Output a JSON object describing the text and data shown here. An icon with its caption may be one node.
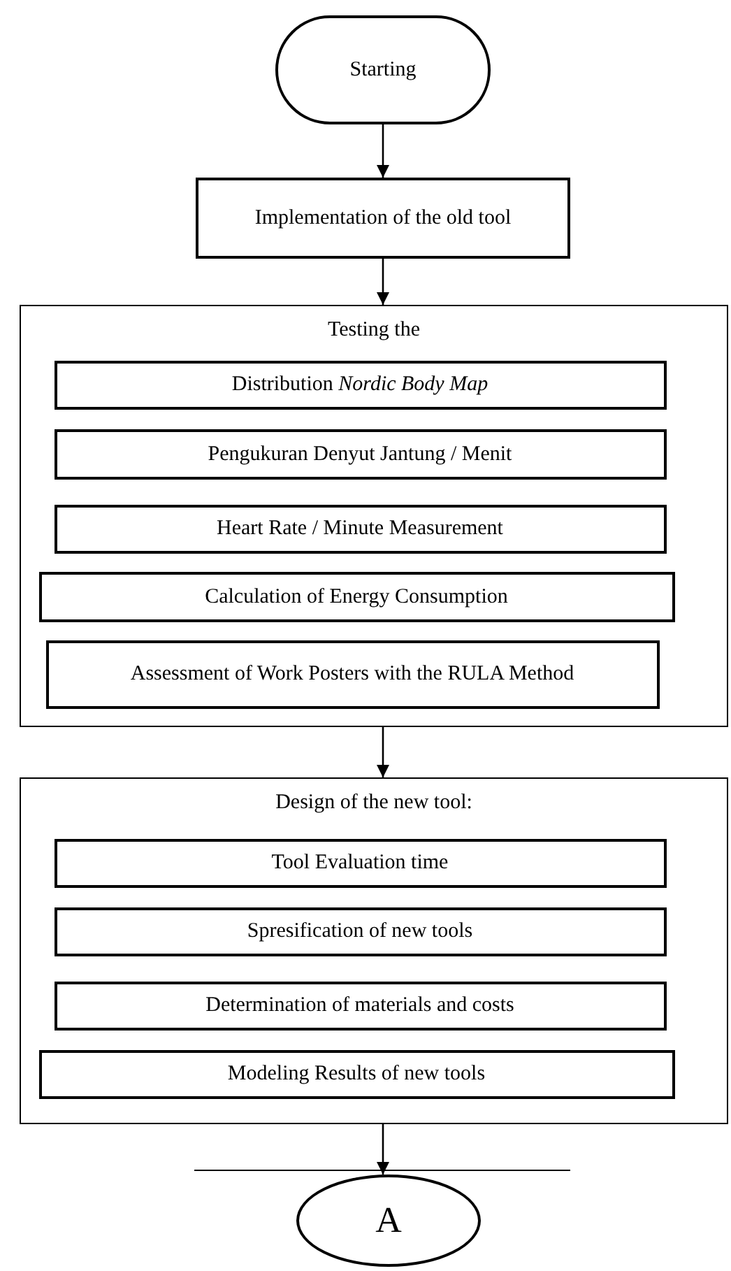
{
  "diagram": {
    "nodes": [
      {
        "text": [
          "Starting"
        ]
      },
      {
        "text": [
          "Implementation of the old tool"
        ]
      },
      {
        "text": [
          "Testing the"
        ]
      },
      {
        "text": [
          "Distribution *Nordic Body Map*"
        ],
        "in": 2
      },
      {
        "text": [
          "Pengukuran Denyut Jantung  / Menit"
        ],
        "in": 2
      },
      {
        "text": [
          "Heart Rate / Minute Measurement"
        ],
        "in": 2
      },
      {
        "text": [
          "Calculation of Energy Consumption"
        ],
        "in": 2
      },
      {
        "text": [
          "Assessment of Work Posters with the RULA Method"
        ],
        "in": 2
      },
      {
        "text": [
          "Design of the new tool:"
        ]
      },
      {
        "text": [
          "Tool Evaluation time"
        ],
        "in": 8
      },
      {
        "text": [
          "Spresification of new tools"
        ],
        "in": 8
      },
      {
        "text": [
          "Determination of materials and costs"
        ],
        "in": 8
      },
      {
        "text": [
          "Modeling Results of new tools"
        ],
        "in": 8
      },
      {
        "text": [
          "A"
        ]
      }
    ],
    "edges": [
      {
        "from": 0,
        "to": 1,
        "arrow": "to"
      },
      {
        "from": 1,
        "to": 2,
        "arrow": "to"
      },
      {
        "from": 2,
        "to": 8,
        "arrow": "to"
      },
      {
        "from": 8,
        "to": 13,
        "arrow": "to"
      }
    ]
  }
}
